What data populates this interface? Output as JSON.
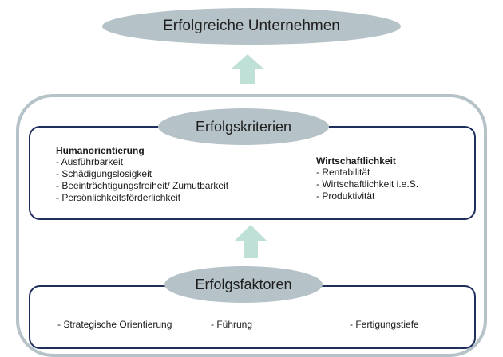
{
  "top": {
    "title": "Erfolgreiche Unternehmen"
  },
  "criteria": {
    "title": "Erfolgskriterien",
    "human": {
      "heading": "Humanorientierung",
      "items": [
        "- Ausführbarkeit",
        "- Schädigungslosigkeit",
        "- Beeinträchtigungsfreiheit/ Zumutbarkeit",
        "- Persönlichkeitsförderlichkeit"
      ]
    },
    "economic": {
      "heading": "Wirtschaftlichkeit",
      "items": [
        "- Rentabilität",
        "- Wirtschaftlichkeit i.e.S.",
        "- Produktivität"
      ]
    }
  },
  "factors": {
    "title": "Erfolgsfaktoren",
    "items": [
      "- Strategische Orientierung",
      "- Führung",
      "- Fertigungstiefe"
    ]
  },
  "colors": {
    "ellipse": "#b5c2c7",
    "panel_border": "#1e2f5c",
    "arrow": "#bfe0d6"
  }
}
